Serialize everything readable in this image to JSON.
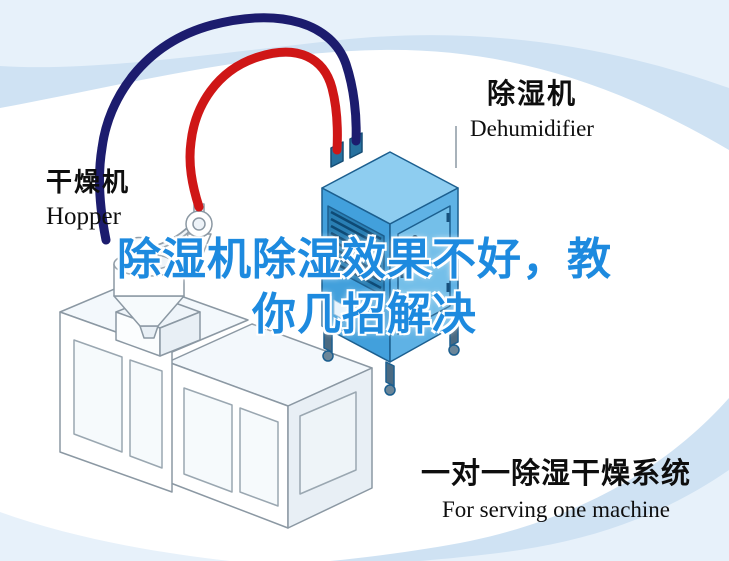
{
  "machine_labels": {
    "dryer": {
      "cn": "干燥机",
      "en": "Hopper"
    },
    "dehumidifier": {
      "cn": "除湿机",
      "en": "Dehumidifier"
    }
  },
  "headline": {
    "line1": "除湿机除湿效果不好，教",
    "line2": "你几招解决"
  },
  "caption": {
    "cn": "一对一除湿干燥系统",
    "en": "For serving one machine"
  },
  "colors": {
    "headline_blue": "#1d8adf",
    "pipe_red": "#cf1616",
    "pipe_navy": "#1c1c6e",
    "dehumidifier_body": "#42a0dc",
    "dehumidifier_top": "#8ecdf0",
    "dehumidifier_side": "#5fb2e5",
    "vent_panel": "#2a7fb4",
    "background_wave": "#cfe2f3"
  }
}
